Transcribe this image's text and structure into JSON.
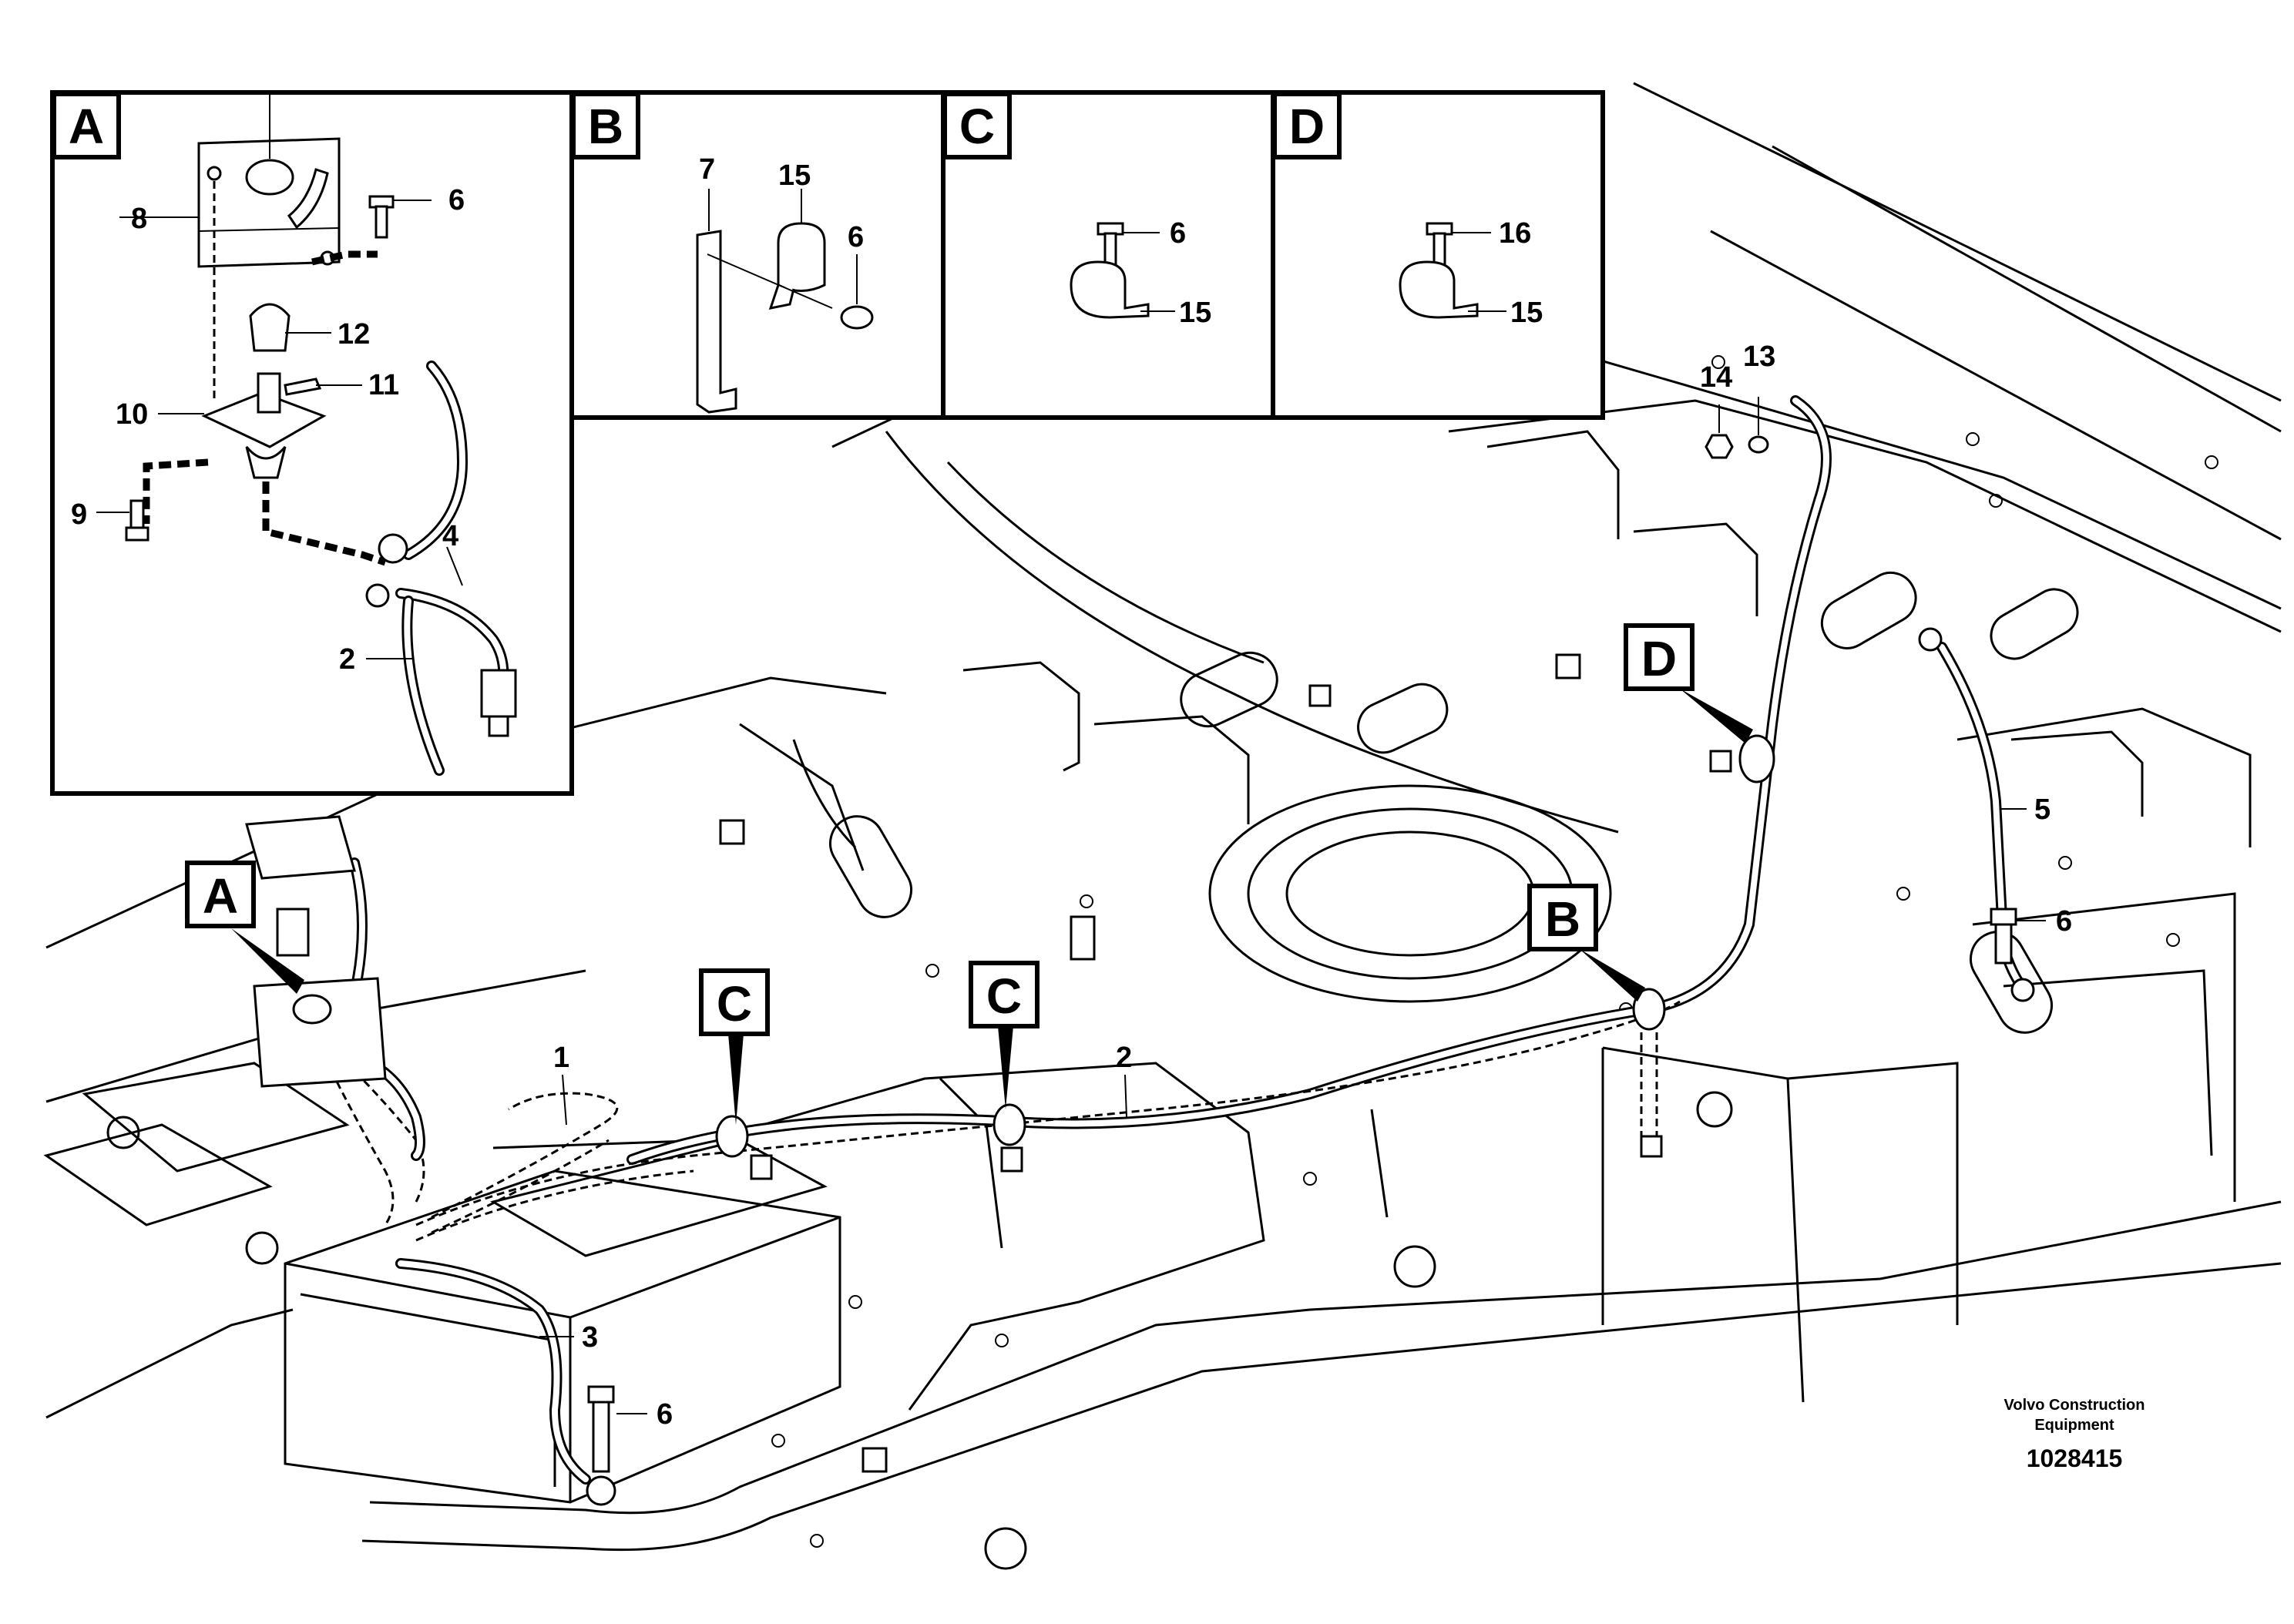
{
  "detail_boxes": [
    {
      "letter": "A"
    },
    {
      "letter": "B"
    },
    {
      "letter": "C"
    },
    {
      "letter": "D"
    }
  ],
  "detail_labels": {
    "a": [
      "6",
      "8",
      "12",
      "11",
      "10",
      "9",
      "4",
      "2"
    ],
    "b": [
      "7",
      "15",
      "6"
    ],
    "c": [
      "6",
      "15"
    ],
    "d": [
      "16",
      "15"
    ]
  },
  "callouts": {
    "a": "A",
    "b": "B",
    "c1": "C",
    "c2": "C",
    "d": "D"
  },
  "main_labels": {
    "n1": "1",
    "n2": "2",
    "n3": "3",
    "n5": "5",
    "n6a": "6",
    "n6b": "6",
    "n13": "13",
    "n14": "14"
  },
  "footer": {
    "manufacturer_line1": "Volvo Construction",
    "manufacturer_line2": "Equipment",
    "document_number": "1028415"
  }
}
